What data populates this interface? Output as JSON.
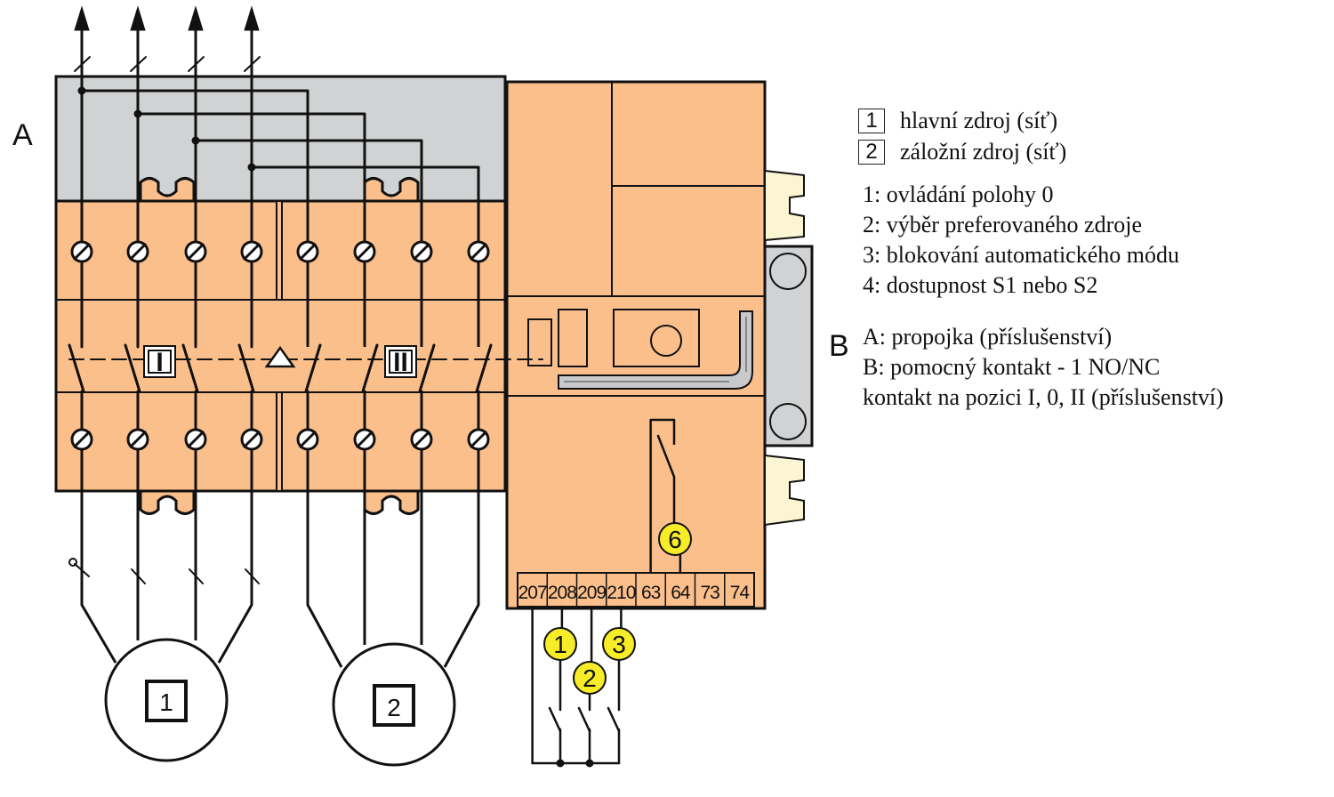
{
  "diagram": {
    "label_a": "A",
    "label_b": "B",
    "position_i": "I",
    "position_ii": "II",
    "source1_tag": "1",
    "source2_tag": "2",
    "terminals": [
      "207",
      "208",
      "209",
      "210",
      "63",
      "64",
      "73",
      "74"
    ],
    "control_badges": [
      "1",
      "2",
      "3"
    ],
    "aux_badge": "6"
  },
  "legend": {
    "sources": [
      {
        "tag": "1",
        "text": "hlavní zdroj (síť)"
      },
      {
        "tag": "2",
        "text": "záložní zdroj (síť)"
      }
    ],
    "controls": [
      "1: ovládání polohy 0",
      "2: výběr preferovaného zdroje",
      "3: blokování automatického módu",
      "4: dostupnost S1 nebo S2"
    ],
    "accessories": [
      "A: propojka (příslušenství)",
      "B: pomocný kontakt - 1 NO/NC",
      "kontakt na pozici I, 0, II (příslušenství)"
    ]
  },
  "colors": {
    "body_orange": "#fbbf8c",
    "gray_cover": "#d0d2d4",
    "cream_clip": "#fcf5d4",
    "badge_yellow": "#f7ec28",
    "line": "#111111"
  }
}
